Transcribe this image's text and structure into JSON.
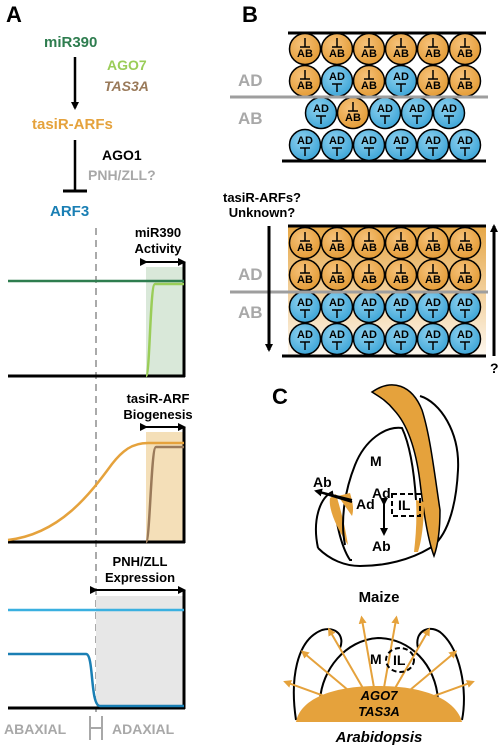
{
  "panels": {
    "a": "A",
    "b": "B",
    "c": "C"
  },
  "pathway": {
    "mir390": "miR390",
    "ago7": "AGO7",
    "tas3a": "TAS3A",
    "tasir": "tasiR-ARFs",
    "ago1": "AGO1",
    "pnh_zll": "PNH/ZLL?",
    "arf3": "ARF3"
  },
  "graphs": {
    "g1": {
      "line1": "miR390",
      "line2": "Activity"
    },
    "g2": {
      "line1": "tasiR-ARF",
      "line2": "Biogenesis"
    },
    "g3": {
      "line1": "PNH/ZLL",
      "line2": "Expression"
    }
  },
  "axis": {
    "abaxial": "ABAXIAL",
    "adaxial": "ADAXIAL"
  },
  "cells": {
    "ab": "AB",
    "ad": "AD"
  },
  "panel_b": {
    "ad_label": "AD",
    "ab_label": "AB",
    "q_line1": "tasiR-ARFs?",
    "q_line2": "Unknown?",
    "ad_label2": "AD",
    "ab_label2": "AB",
    "q_mark": "?"
  },
  "panel_c": {
    "m": "M",
    "ad": "Ad",
    "ab": "Ab",
    "ab2": "Ab",
    "ad2": "Ad",
    "il": "IL",
    "maize": "Maize",
    "m2": "M",
    "il2": "IL",
    "ago7": "AGO7",
    "tas3a": "TAS3A",
    "arabidopsis": "Arabidopsis"
  },
  "colors": {
    "dark_green": "#2e7d4f",
    "light_green": "#9acd58",
    "orange": "#e5a23c",
    "brown": "#9a7a5a",
    "blue": "#1a7fb4",
    "light_blue": "#3ab0e0",
    "grey": "#a8a8a8"
  }
}
